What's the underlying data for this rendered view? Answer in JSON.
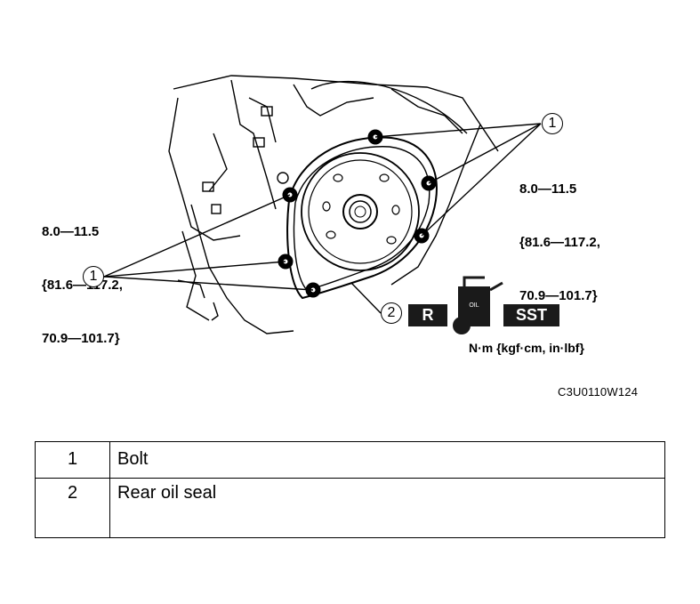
{
  "figure": {
    "torque_left": [
      "8.0—11.5",
      "{81.6—117.2,",
      "70.9—101.7}"
    ],
    "torque_right": [
      "8.0—11.5",
      "{81.6—117.2,",
      "70.9—101.7}"
    ],
    "callout_bolt": "1",
    "callout_seal": "2",
    "badge_replace": "R",
    "badge_sst": "SST",
    "oil_can_label": "OIL",
    "unit_label": "N·m {kgf·cm, in·lbf}",
    "figure_code": "C3U0110W124"
  },
  "parts_table": {
    "rows": [
      {
        "number": "1",
        "name": "Bolt"
      },
      {
        "number": "2",
        "name": "Rear oil seal"
      }
    ]
  }
}
